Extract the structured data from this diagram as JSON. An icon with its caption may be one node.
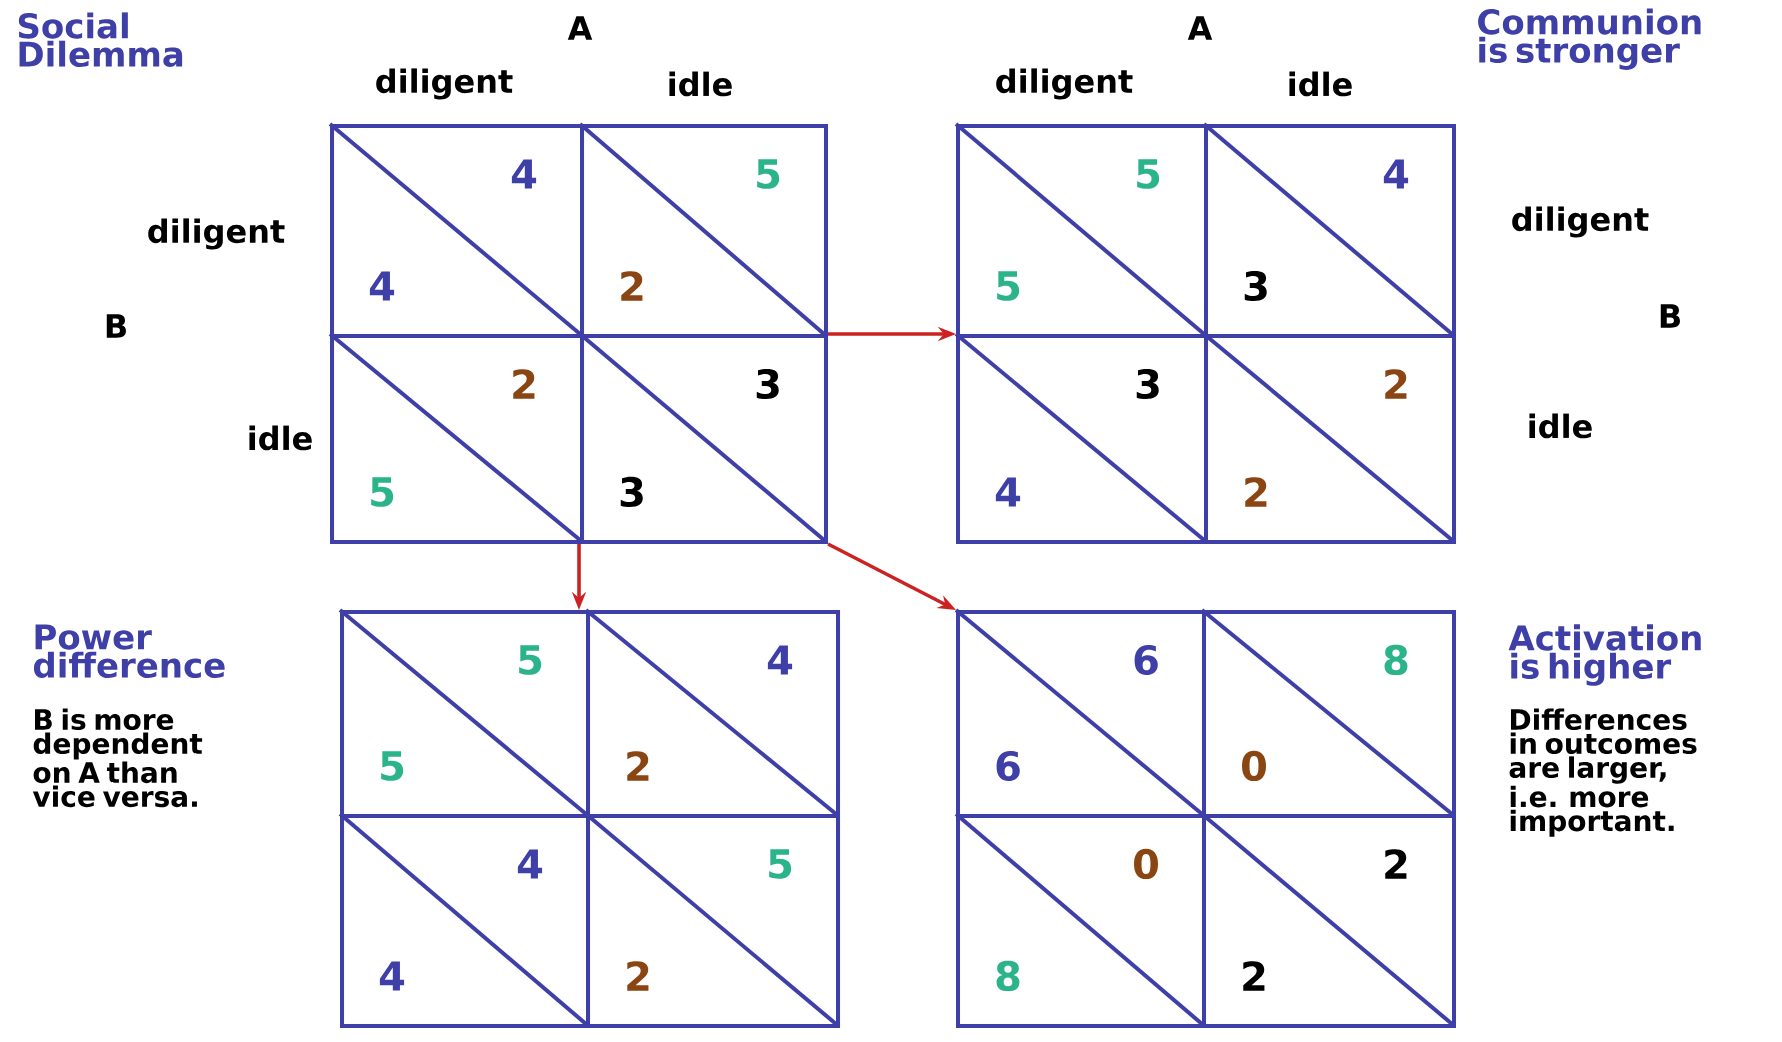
{
  "diagram": {
    "title": "Social Dilemma",
    "nodes": [
      {
        "text": [],
        "shape": "box"
      },
      {
        "text": [
          "4",
          "4"
        ],
        "in": 0
      },
      {
        "text": [
          "5",
          "2"
        ],
        "in": 0
      },
      {
        "text": [
          "2",
          "5"
        ],
        "in": 0
      },
      {
        "text": [
          "3",
          "3"
        ],
        "in": 0
      },
      {
        "text": [],
        "shape": "box",
        "beside": [
          "Communion is stronger"
        ]
      },
      {
        "text": [
          "5",
          "5"
        ],
        "in": 5
      },
      {
        "text": [
          "4",
          "3"
        ],
        "in": 5
      },
      {
        "text": [
          "3",
          "4"
        ],
        "in": 5
      },
      {
        "text": [
          "2",
          "2"
        ],
        "in": 5
      },
      {
        "text": [],
        "shape": "box",
        "beside": [
          "Power difference",
          "B is more dependent on A than vice versa."
        ]
      },
      {
        "text": [
          "5",
          "5"
        ],
        "in": 10
      },
      {
        "text": [
          "4",
          "2"
        ],
        "in": 10
      },
      {
        "text": [
          "4",
          "4"
        ],
        "in": 10
      },
      {
        "text": [
          "5",
          "2"
        ],
        "in": 10
      },
      {
        "text": [],
        "shape": "box",
        "beside": [
          "Activation is higher",
          "Differences in outcomes are larger, i.e. more important."
        ]
      },
      {
        "text": [
          "6",
          "6"
        ],
        "in": 15
      },
      {
        "text": [
          "8",
          "0"
        ],
        "in": 15
      },
      {
        "text": [
          "0",
          "8"
        ],
        "in": 15
      },
      {
        "text": [
          "2",
          "2"
        ],
        "in": 15
      }
    ],
    "edges": [
      {
        "from": 0,
        "to": 5,
        "arrow": "to",
        "color": "#cc2222"
      },
      {
        "from": 0,
        "to": 10,
        "arrow": "to",
        "color": "#cc2222"
      },
      {
        "from": 0,
        "to": 15,
        "arrow": "to",
        "color": "#cc2222"
      }
    ],
    "labels": [
      "A",
      "diligent",
      "idle",
      "diligent",
      "B",
      "idle",
      "A",
      "diligent",
      "idle",
      "diligent",
      "B",
      "idle"
    ]
  }
}
